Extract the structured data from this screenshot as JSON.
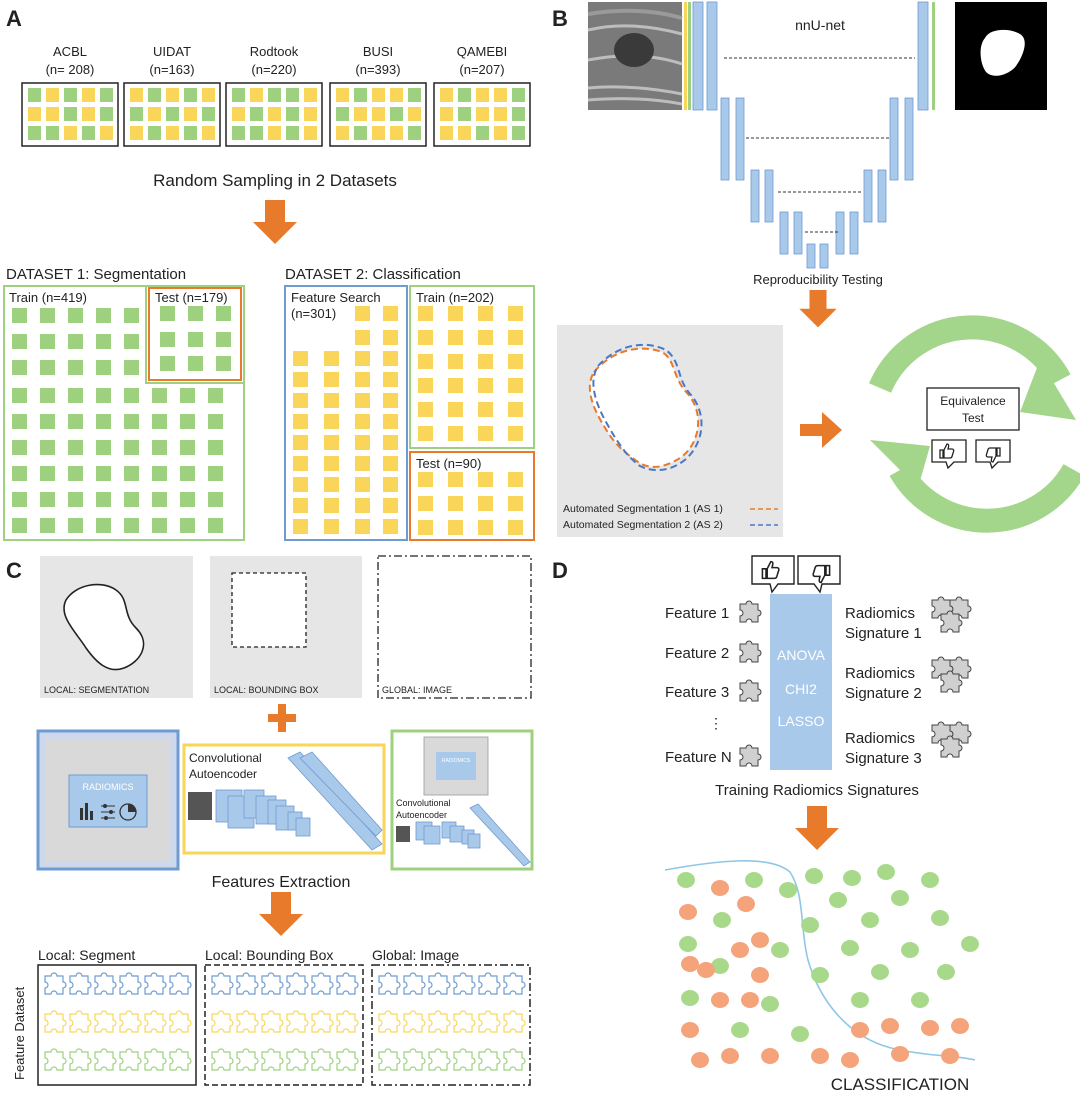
{
  "panels": {
    "a": "A",
    "b": "B",
    "c": "C",
    "d": "D"
  },
  "colors": {
    "green": "#9dd17f",
    "yellow": "#f9d65a",
    "blue": "#6e9bd1",
    "orange": "#e87a2c",
    "light_blue": "#a9c9ea",
    "panel_gray": "#e6e6e6",
    "salmon": "#f4a37a"
  },
  "panel_a": {
    "datasets": [
      {
        "name": "ACBL",
        "n": "(n= 208)"
      },
      {
        "name": "UIDAT",
        "n": "(n=163)"
      },
      {
        "name": "Rodtook",
        "n": "(n=220)"
      },
      {
        "name": "BUSI",
        "n": "(n=393)"
      },
      {
        "name": "QAMEBI",
        "n": "(n=207)"
      }
    ],
    "sampling_label": "Random Sampling in 2 Datasets",
    "dataset1_title": "DATASET 1: Segmentation",
    "dataset2_title": "DATASET 2: Classification",
    "train1": "Train (n=419)",
    "test1": "Test (n=179)",
    "feature_search_1": "Feature Search",
    "feature_search_2": "(n=301)",
    "train2": "Train (n=202)",
    "test2": "Test (n=90)"
  },
  "panel_b": {
    "net_title": "nnU-net",
    "repro_label": "Reproducibility Testing",
    "equiv_1": "Equivalence",
    "equiv_2": "Test",
    "legend_as1": "Automated Segmentation 1 (AS 1)",
    "legend_as2": "Automated Segmentation 2 (AS 2)"
  },
  "panel_c": {
    "seg_label": "LOCAL: SEGMENTATION",
    "bbox_label": "LOCAL: BOUNDING BOX",
    "global_label": "GLOBAL: IMAGE",
    "radiomics": "RADIOMICS",
    "radiomics_small": "RADIOMICS",
    "cae_1": "Convolutional",
    "cae_2": "Autoencoder",
    "features_extraction": "Features Extraction",
    "feature_dataset": "Feature Dataset",
    "ds_local_segment": "Local: Segment",
    "ds_local_bbox": "Local: Bounding Box",
    "ds_global": "Global: Image"
  },
  "panel_d": {
    "features": [
      "Feature 1",
      "Feature 2",
      "Feature 3",
      "Feature N"
    ],
    "ellipsis": "⋮",
    "methods": [
      "ANOVA",
      "CHI2",
      "LASSO"
    ],
    "sig_word": "Radiomics",
    "signatures": [
      "Signature 1",
      "Signature 2",
      "Signature 3"
    ],
    "training_label": "Training Radiomics Signatures",
    "classification": "CLASSIFICATION"
  }
}
